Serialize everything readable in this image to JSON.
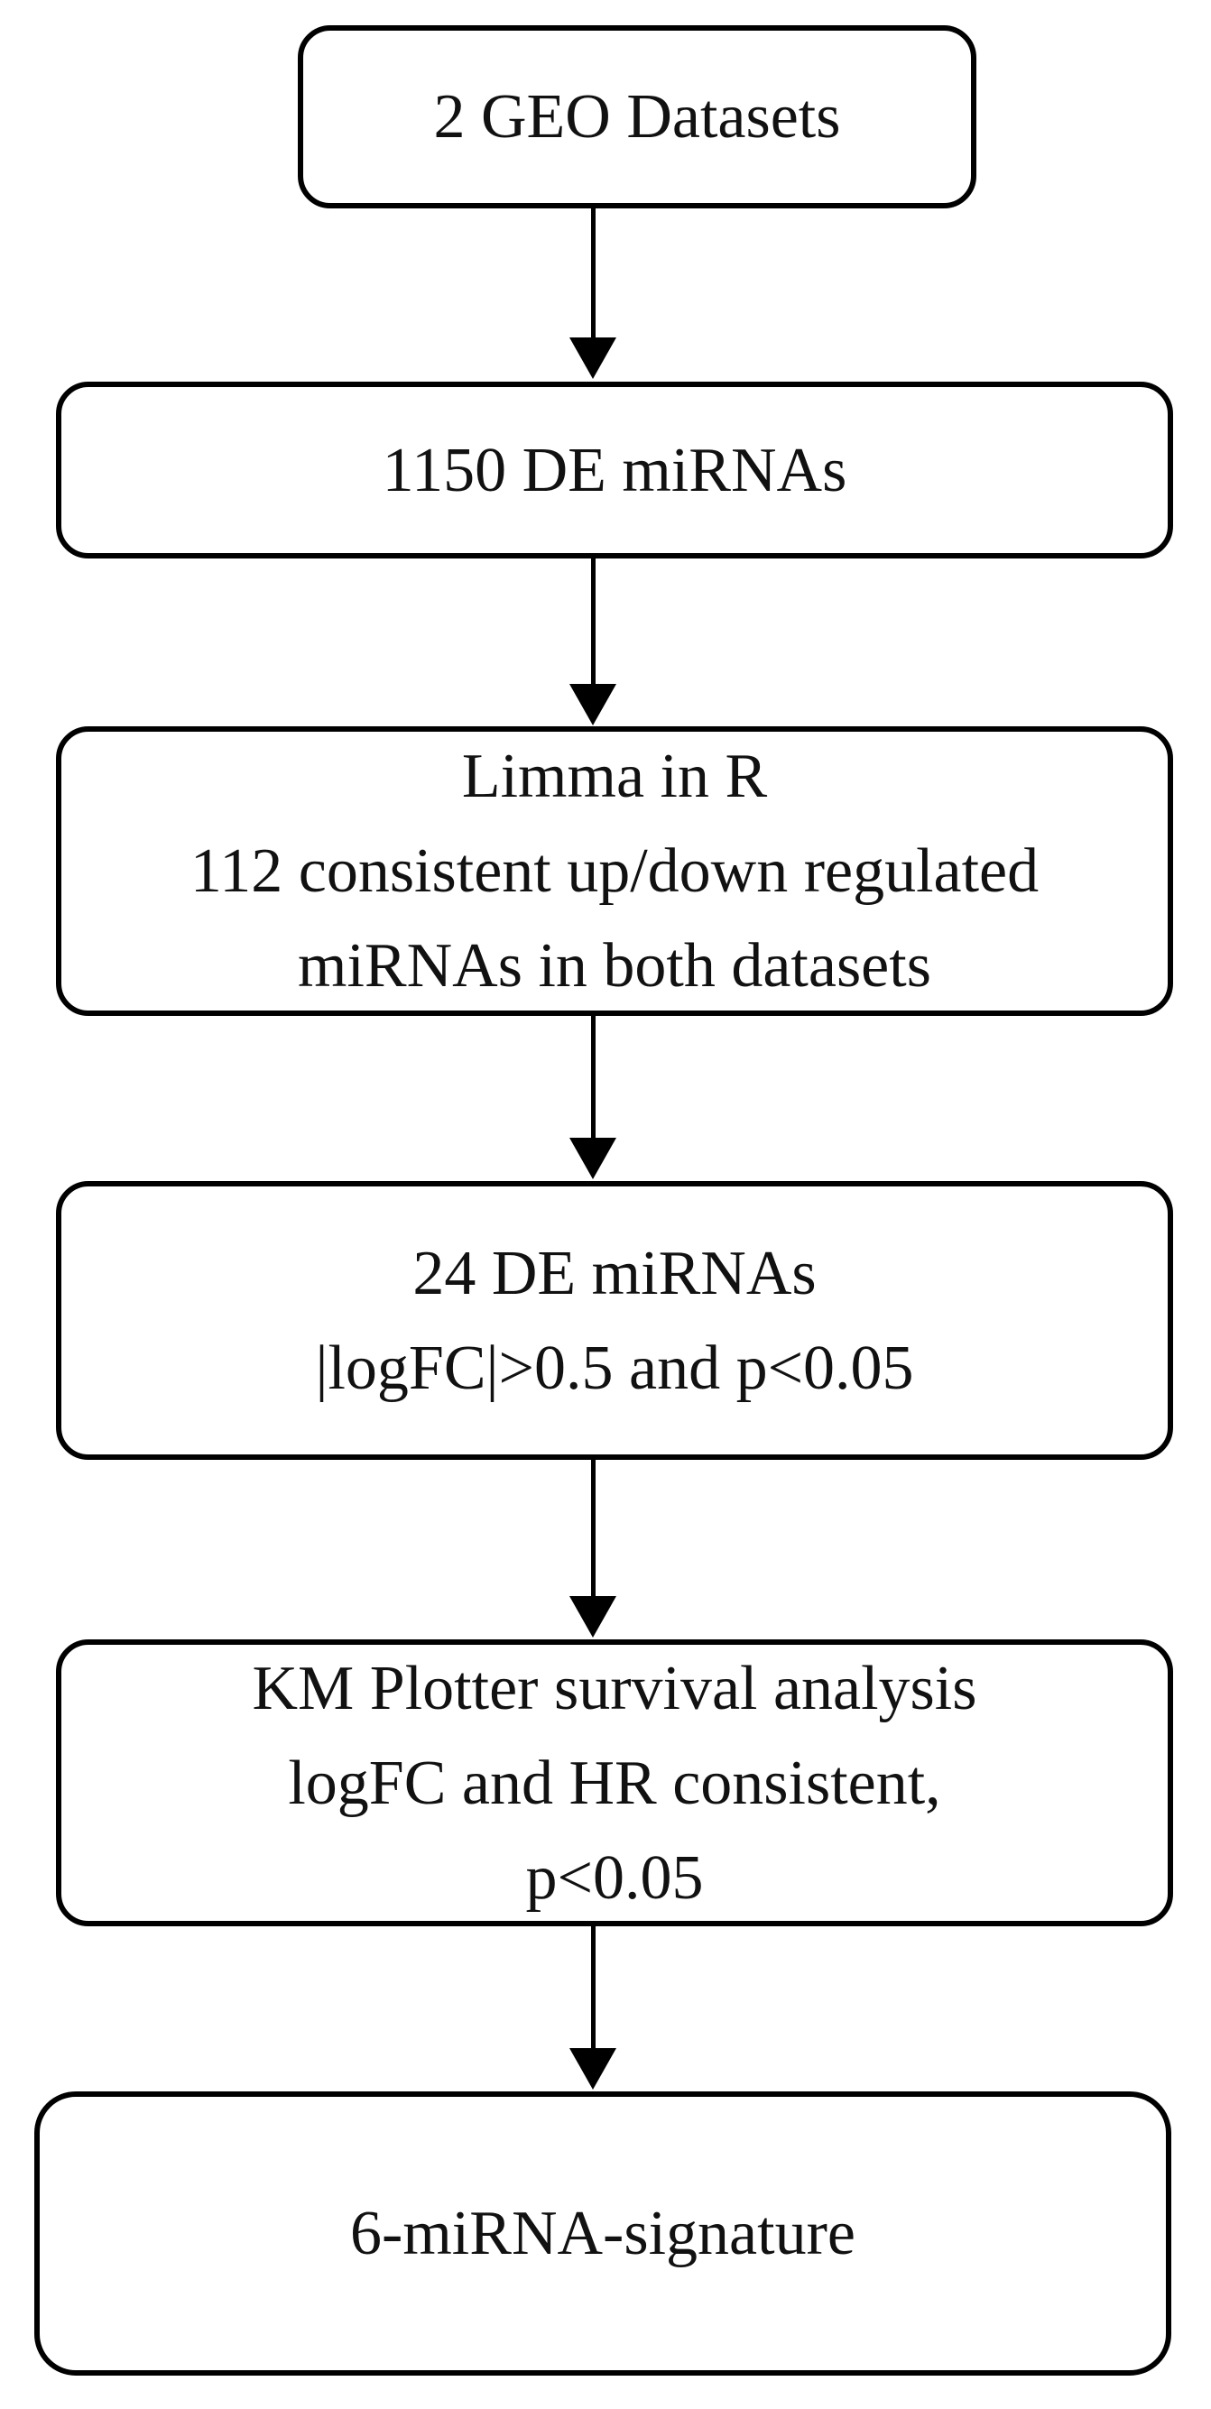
{
  "figure": {
    "type": "flowchart",
    "background_color": "#ffffff",
    "line_color": "#000000",
    "text_color": "#111111"
  },
  "nodes": [
    {
      "id": "geo-datasets",
      "lines": [
        "2 GEO Datasets"
      ]
    },
    {
      "id": "de-mirnas-1150",
      "lines": [
        "1150 DE miRNAs"
      ]
    },
    {
      "id": "limma-filter",
      "lines": [
        "Limma in R",
        "112 consistent up/down regulated",
        "miRNAs in both datasets"
      ]
    },
    {
      "id": "de-mirnas-24",
      "lines": [
        "24 DE miRNAs",
        "|logFC|>0.5 and p<0.05"
      ]
    },
    {
      "id": "km-plotter",
      "lines": [
        "KM Plotter survival analysis",
        "logFC and HR consistent,",
        "p<0.05"
      ]
    },
    {
      "id": "mirna-signature",
      "lines": [
        "6-miRNA-signature"
      ]
    }
  ]
}
